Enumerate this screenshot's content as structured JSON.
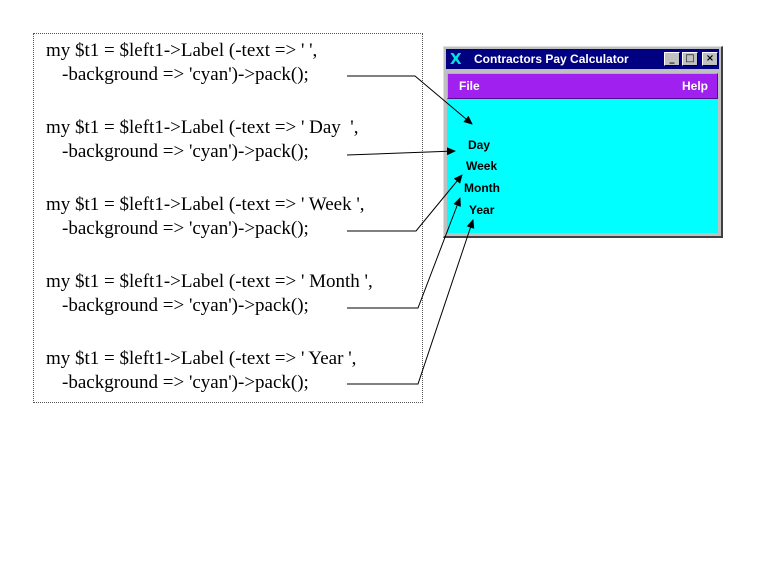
{
  "code_blocks": [
    {
      "line1": "my $t1 = $left1->Label (-text => ' ',",
      "line2": "-background => 'cyan')->pack();"
    },
    {
      "line1": "my $t1 = $left1->Label (-text => ' Day  ',",
      "line2": "-background => 'cyan')->pack();"
    },
    {
      "line1": "my $t1 = $left1->Label (-text => ' Week ',",
      "line2": "-background => 'cyan')->pack();"
    },
    {
      "line1": "my $t1 = $left1->Label (-text => ' Month ',",
      "line2": "-background => 'cyan')->pack();"
    },
    {
      "line1": "my $t1 = $left1->Label (-text => ' Year ',",
      "line2": "-background => 'cyan')->pack();"
    }
  ],
  "window": {
    "title": "Contractors Pay Calculator",
    "app_icon": "X",
    "buttons": {
      "minimize": "_",
      "maximize": "□",
      "close": "×"
    },
    "menu": {
      "file": "File",
      "help": "Help"
    },
    "labels": {
      "day": "Day",
      "week": "Week",
      "month": "Month",
      "year": "Year"
    },
    "colors": {
      "titlebar": "#000080",
      "menubar": "#a020f0",
      "client": "#00ffff"
    }
  }
}
